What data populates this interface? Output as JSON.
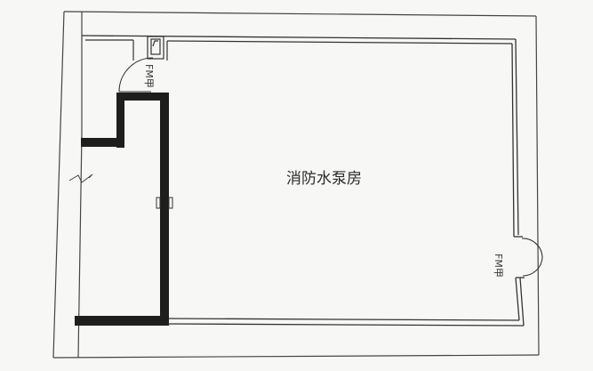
{
  "plan": {
    "room_label": "消防水泵房",
    "doors": [
      {
        "tag": "FM甲",
        "position": "top-left, near shaft"
      },
      {
        "tag": "FM甲",
        "position": "right wall, double door"
      }
    ],
    "colors": {
      "background": "#f7f7f5",
      "line": "#333333",
      "thick_wall": "#1e1e1e"
    }
  }
}
